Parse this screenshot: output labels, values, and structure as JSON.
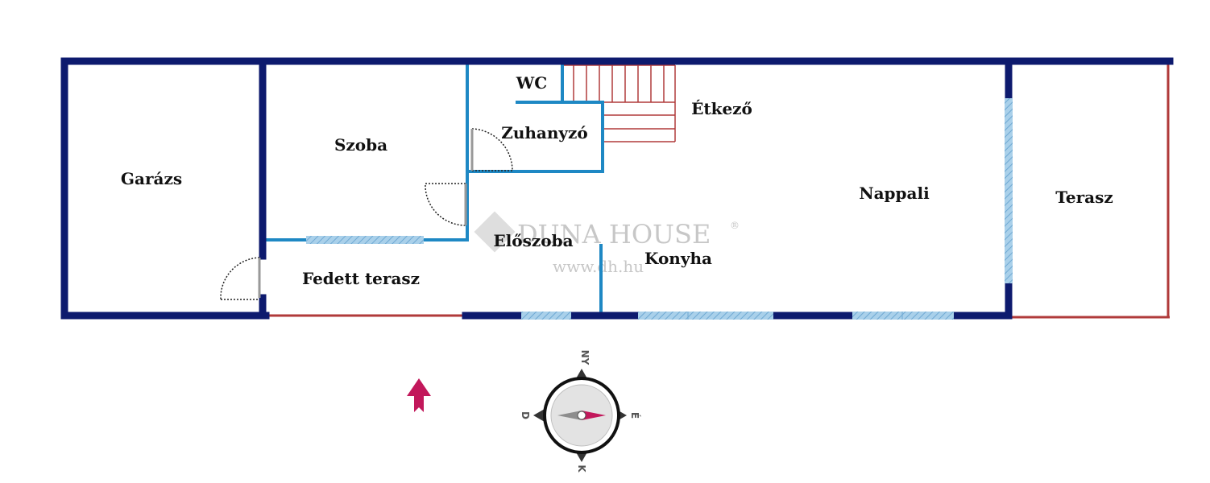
{
  "rooms": {
    "garazs": "Garázs",
    "szoba": "Szoba",
    "wc": "WC",
    "zuhanyzo": "Zuhanyzó",
    "etkezo": "Étkező",
    "nappali": "Nappali",
    "terasz": "Terasz",
    "eloszoba": "Előszoba",
    "konyha": "Konyha",
    "fedett_terasz": "Fedett terasz"
  },
  "watermark": {
    "brand": "DUNA HOUSE",
    "url": "www.dh.hu",
    "registered": "®"
  },
  "compass": {
    "north": "NY",
    "east": "É",
    "south": "K",
    "west": "D"
  },
  "colors": {
    "wall": "#0d1a6e",
    "partition": "#1e88c4",
    "railing": "#b03a3a",
    "window": "#8fc0e0",
    "stairs": "#b03a3a",
    "arrow": "#c2185b"
  }
}
